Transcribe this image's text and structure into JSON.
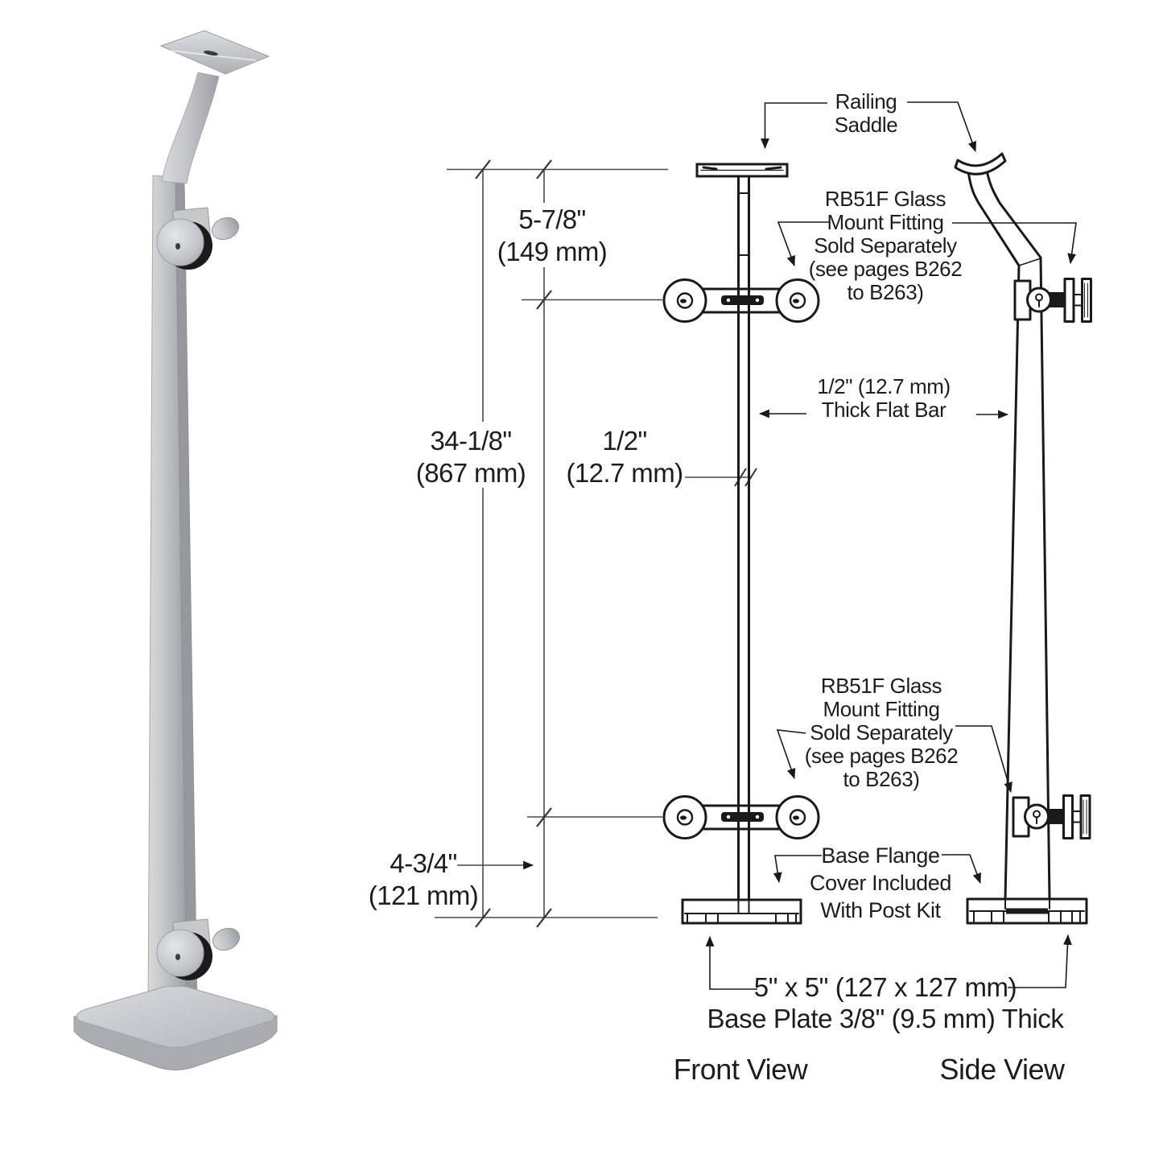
{
  "labels": {
    "railing_saddle": {
      "lines": [
        "Railing",
        "Saddle"
      ]
    },
    "glass_mount_top": {
      "lines": [
        "RB51F Glass",
        "Mount Fitting",
        "Sold Separately",
        "(see pages B262",
        "to B263)"
      ]
    },
    "thick_flat_bar": {
      "lines": [
        "1/2\" (12.7 mm)",
        "Thick Flat Bar"
      ]
    },
    "glass_mount_bottom": {
      "lines": [
        "RB51F Glass",
        "Mount Fitting",
        "Sold Separately",
        "(see pages B262",
        "to B263)"
      ]
    },
    "base_flange": {
      "lines": [
        "Base Flange",
        "Cover Included",
        "With Post Kit"
      ]
    },
    "base_plate": {
      "lines": [
        "5\" x 5\" (127 x 127 mm)",
        "Base Plate 3/8\" (9.5 mm) Thick"
      ]
    }
  },
  "dimensions": {
    "saddle_height": {
      "in": "5-7/8\"",
      "mm": "(149 mm)"
    },
    "overall_height": {
      "in": "34-1/8\"",
      "mm": "(867 mm)"
    },
    "bar_thickness": {
      "in": "1/2\"",
      "mm": "(12.7 mm)"
    },
    "fitting_height": {
      "in": "4-3/4\"",
      "mm": "(121 mm)"
    }
  },
  "views": {
    "front": "Front View",
    "side": "Side View"
  },
  "colors": {
    "line": "#1a1a1a",
    "dimension_line": "#4a4a4a",
    "text": "#1d1d1d",
    "steel_light": "#d6d7d9",
    "steel_mid": "#bcbec1",
    "steel_dark": "#97999c",
    "gasket_black": "#1b1b1b"
  }
}
